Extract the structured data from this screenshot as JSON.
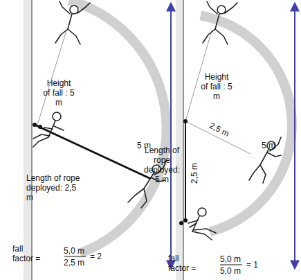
{
  "diagram": {
    "labels": [
      "Height of fall : 5 m",
      "5 m",
      "Length of rope deployed: 2,5 m",
      "Height of fall : 5 m",
      "2,5 m",
      "5 m",
      "Length of rope deployed: 5 m",
      "2,5 m",
      "fall factor =",
      "5,0 m",
      "2,5 m",
      "= 2",
      "fall factor =",
      "5,0 m",
      "5,0 m",
      "= 1"
    ]
  }
}
